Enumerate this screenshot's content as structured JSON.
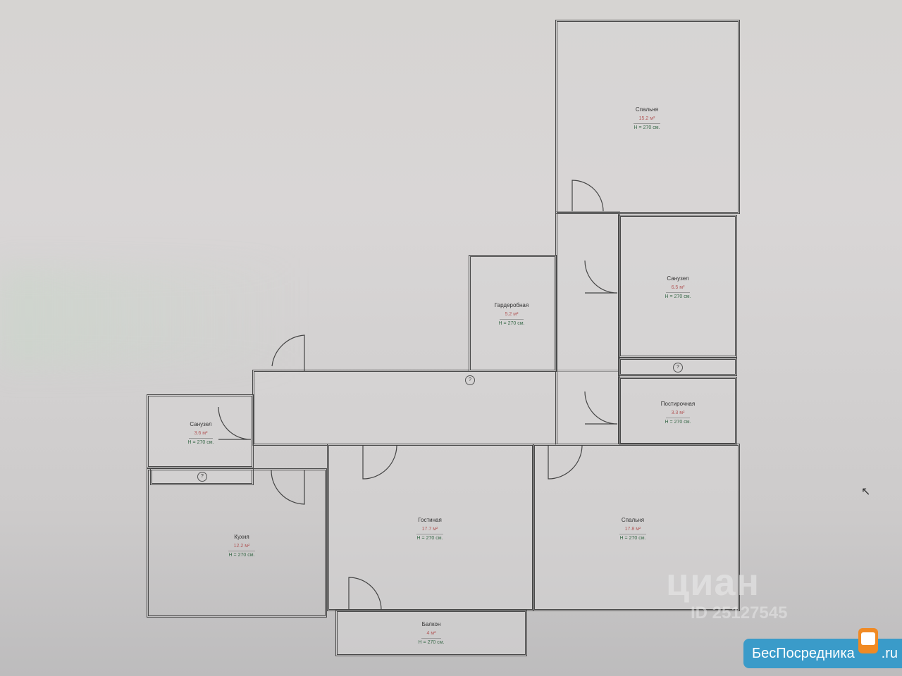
{
  "rooms": {
    "bedroom_top": {
      "name": "Спальня",
      "area": "15.2 м²",
      "height": "H = 270 см."
    },
    "wardrobe": {
      "name": "Гардеробная",
      "area": "5.2 м²",
      "height": "H = 270 см."
    },
    "bathroom_right": {
      "name": "Санузел",
      "area": "6.5 м²",
      "height": "H = 270 см."
    },
    "laundry": {
      "name": "Постирочная",
      "area": "3.3 м²",
      "height": "H = 270 см."
    },
    "bathroom_left": {
      "name": "Санузел",
      "area": "3.6 м²",
      "height": "H = 270 см."
    },
    "kitchen": {
      "name": "Кухня",
      "area": "12.2 м²",
      "height": "H = 270 см."
    },
    "living": {
      "name": "Гостиная",
      "area": "17.7 м²",
      "height": "H = 270 см."
    },
    "bedroom_bottom": {
      "name": "Спальня",
      "area": "17.8 м²",
      "height": "H = 270 см."
    },
    "balcony": {
      "name": "Балкон",
      "area": "4 м²",
      "height": "H = 270 см."
    }
  },
  "markers": {
    "unknown": "?"
  },
  "watermarks": {
    "cian": "циан",
    "cian_id": "ID 25127545",
    "site": "БесПосредника",
    "site_tld": ".ru"
  }
}
